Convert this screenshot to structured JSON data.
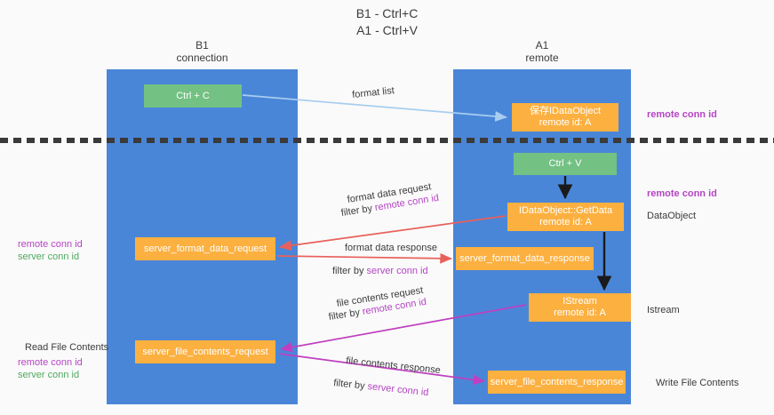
{
  "title": {
    "line1": "B1 - Ctrl+C",
    "line2": "A1 - Ctrl+V"
  },
  "columns": [
    {
      "id": "b1",
      "name": "B1",
      "subtitle": "connection"
    },
    {
      "id": "a1",
      "name": "A1",
      "subtitle": "remote"
    }
  ],
  "boxes": {
    "ctrl_c": {
      "line1": "Ctrl + C",
      "color": "#73c183"
    },
    "idataobject": {
      "line1": "保存IDataObject",
      "line2": "remote id: A",
      "color": "#fbb040"
    },
    "ctrl_v": {
      "line1": "Ctrl + V",
      "color": "#73c183"
    },
    "getdata": {
      "line1": "IDataObject::GetData",
      "line2": "remote id: A",
      "color": "#fbb040"
    },
    "format_request": {
      "line1": "server_format_data_request",
      "color": "#fbb040"
    },
    "format_response": {
      "line1": "server_format_data_response",
      "color": "#fbb040"
    },
    "istream": {
      "line1": "IStream",
      "line2": "remote id: A",
      "color": "#fbb040"
    },
    "file_request": {
      "line1": "server_file_contents_request",
      "color": "#fbb040"
    },
    "file_response": {
      "line1": "server_file_contents_response",
      "color": "#fbb040"
    }
  },
  "annotations": {
    "format_list": "format list",
    "format_data_request": "format data request",
    "format_data_request_filter_prefix": "filter by ",
    "format_data_request_filter_key": "remote conn id",
    "format_data_response": "format data response",
    "format_data_response_filter_prefix": "filter by ",
    "format_data_response_filter_key": "server conn id",
    "file_contents_request": "file contents request",
    "file_contents_request_filter_prefix": "filter by ",
    "file_contents_request_filter_key": "remote conn id",
    "file_contents_response": "file contents response",
    "file_contents_response_filter_prefix": "filter by ",
    "file_contents_response_filter_key": "server conn id"
  },
  "side_labels": {
    "left_remote_conn_id": "remote conn id",
    "left_server_conn_id": "server conn id",
    "left_read_file_contents": "Read File Contents",
    "left_remote_conn_id_2": "remote conn id",
    "left_server_conn_id_2": "server conn id",
    "right_remote_conn_id_top": "remote conn id",
    "right_remote_conn_id_mid": "remote conn id",
    "right_dataobject": "DataObject",
    "right_istream": "Istream",
    "right_write_file_contents": "Write File Contents"
  },
  "colors": {
    "column_blue": "#4a86d8",
    "box_green": "#73c183",
    "box_orange": "#fbb040",
    "arrow_light_blue": "#a8cdf0",
    "arrow_red": "#e8605a",
    "arrow_magenta": "#c03fc0",
    "arrow_black": "#1a1a1a",
    "accent_purple": "#b545c4",
    "accent_green": "#4eaa5e",
    "background": "#fafafa",
    "divider_dark": "#3a3a3a"
  }
}
